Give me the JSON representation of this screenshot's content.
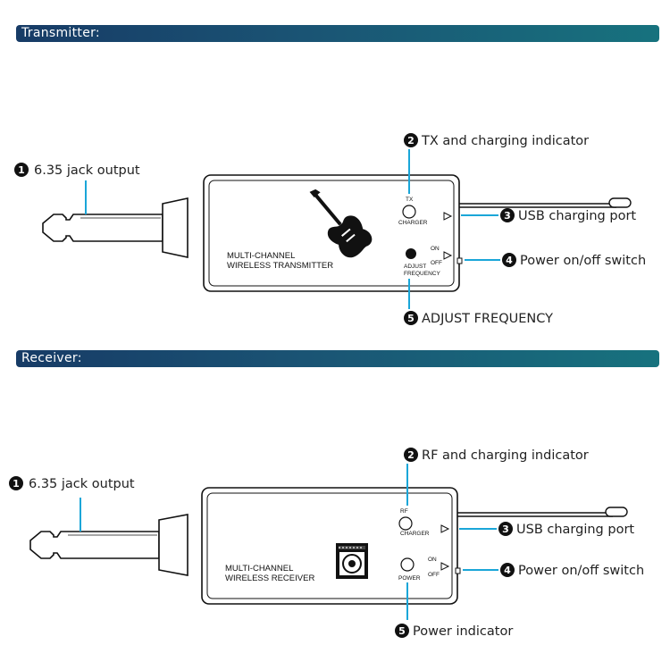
{
  "sections": {
    "transmitter_title": "Transmitter:",
    "receiver_title": "Receiver:"
  },
  "transmitter": {
    "device_label_line1": "MULTI-CHANNEL",
    "device_label_line2": "WIRELESS TRANSMITTER",
    "tx_label": "TX",
    "charger_label": "CHARGER",
    "on_label": "ON",
    "off_label": "OFF",
    "adjust_label_line1": "ADJUST",
    "adjust_label_line2": "FREQUENCY",
    "callouts": [
      {
        "num": "1",
        "text": "6.35 jack output"
      },
      {
        "num": "2",
        "text": "TX and charging indicator"
      },
      {
        "num": "3",
        "text": "USB charging port"
      },
      {
        "num": "4",
        "text": "Power on/off switch"
      },
      {
        "num": "5",
        "text": "ADJUST FREQUENCY"
      }
    ]
  },
  "receiver": {
    "device_label_line1": "MULTI-CHANNEL",
    "device_label_line2": "WIRELESS RECEIVER",
    "rf_label": "RF",
    "charger_label": "CHARGER",
    "on_label": "ON",
    "off_label": "OFF",
    "power_label": "POWER",
    "callouts": [
      {
        "num": "1",
        "text": "6.35 jack output"
      },
      {
        "num": "2",
        "text": "RF and charging indicator"
      },
      {
        "num": "3",
        "text": "USB charging port"
      },
      {
        "num": "4",
        "text": "Power on/off switch"
      },
      {
        "num": "5",
        "text": "Power indicator"
      }
    ]
  },
  "colors": {
    "callout_line": "#1aa6d8",
    "section_bar_start": "#173b66",
    "section_bar_end": "#17727e"
  },
  "icons": [
    "guitar-icon",
    "amplifier-icon",
    "antenna-icon",
    "jack-plug-icon"
  ]
}
